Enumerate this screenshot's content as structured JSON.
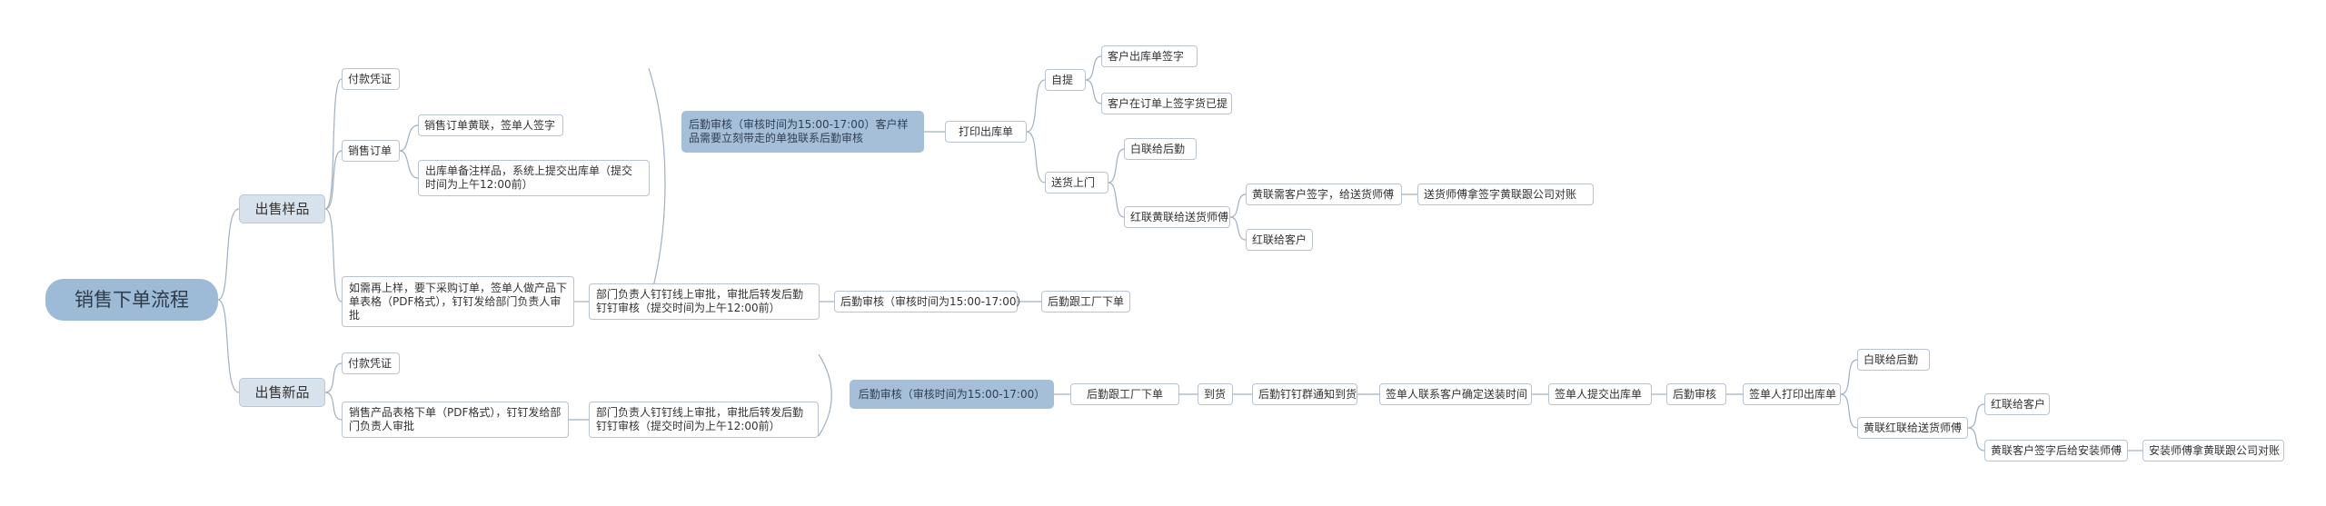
{
  "root": "销售下单流程",
  "sample_sale": {
    "label": "出售样品",
    "payment_proof": "付款凭证",
    "sales_order": {
      "label": "销售订单",
      "sign": "销售订单黄联，签单人签字",
      "remark": "出库单备注样品，系统上提交出库单（提交时间为上午12:00前）"
    },
    "audit": "后勤审核（审核时间为15:00-17:00）客户样品需要立刻带走的单独联系后勤审核",
    "print": "打印出库单",
    "pickup": {
      "label": "自提",
      "sign": "客户出库单签字",
      "confirm": "客户在订单上签字货已提"
    },
    "delivery": {
      "label": "送货上门",
      "white": "白联给后勤",
      "red_yellow": "红联黄联给送货师傅",
      "yellow_sign": "黄联需客户签字，给送货师傅",
      "reconcile": "送货师傅拿签字黄联跟公司对账",
      "red_customer": "红联给客户"
    },
    "reorder": {
      "desc": "如需再上样，要下采购订单，签单人做产品下单表格（PDF格式），钉钉发给部门负责人审批",
      "approve": "部门负责人钉钉线上审批，审批后转发后勤钉钉审核（提交时间为上午12:00前）",
      "audit": "后勤审核（审核时间为15:00-17:00）",
      "factory": "后勤跟工厂下单"
    }
  },
  "new_sale": {
    "label": "出售新品",
    "payment_proof": "付款凭证",
    "order_form": "销售产品表格下单（PDF格式），钉钉发给部门负责人审批",
    "approve": "部门负责人钉钉线上审批，审批后转发后勤钉钉审核（提交时间为上午12:00前）",
    "audit": "后勤审核（审核时间为15:00-17:00）",
    "chain": [
      "后勤跟工厂下单",
      "到货",
      "后勤钉钉群通知到货",
      "签单人联系客户确定送装时间",
      "签单人提交出库单",
      "后勤审核",
      "签单人打印出库单"
    ],
    "white": "白联给后勤",
    "yellow_red": "黄联红联给送货师傅",
    "red_customer": "红联给客户",
    "yellow_sign": "黄联客户签字后给安装师傅",
    "reconcile": "安装师傅拿黄联跟公司对账"
  },
  "colors": {
    "line": "#9fb0c2",
    "root": "#9dbbd7",
    "level1": "#d7e2ec",
    "highlight": "#a5bfd9",
    "border": "#b8c3cf"
  }
}
